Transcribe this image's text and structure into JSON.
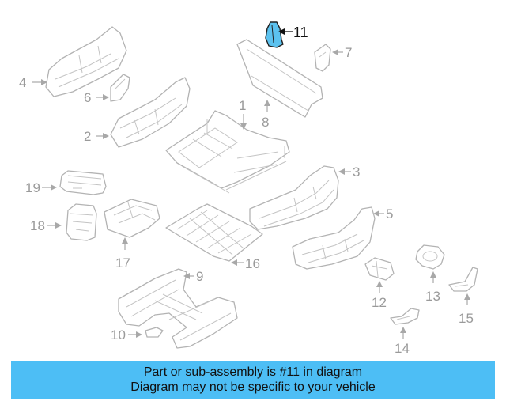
{
  "diagram": {
    "callouts": [
      "1",
      "2",
      "3",
      "4",
      "5",
      "6",
      "7",
      "8",
      "9",
      "10",
      "11",
      "12",
      "13",
      "14",
      "15",
      "16",
      "17",
      "18",
      "19"
    ],
    "highlighted_part": "11",
    "colors": {
      "highlight": "#5cc2ef",
      "line": "#b3b3b3",
      "banner": "#4dbef5"
    }
  },
  "banner": {
    "line1": "Part or sub-assembly is #11 in diagram",
    "line2": "Diagram may not be specific to your vehicle"
  }
}
